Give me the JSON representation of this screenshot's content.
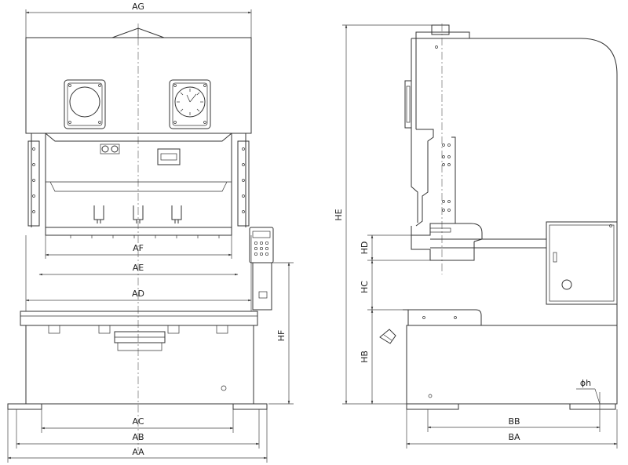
{
  "front_view": {
    "dims": {
      "AG": "AG",
      "AF": "AF",
      "AE": "AE",
      "AD": "AD",
      "AC": "AC",
      "AB": "AB",
      "AA": "AA",
      "HF": "HF"
    }
  },
  "side_view": {
    "dims": {
      "HE": "HE",
      "HD": "HD",
      "HC": "HC",
      "HB": "HB",
      "BB": "BB",
      "BA": "BA",
      "phi_h": "ϕh"
    }
  }
}
